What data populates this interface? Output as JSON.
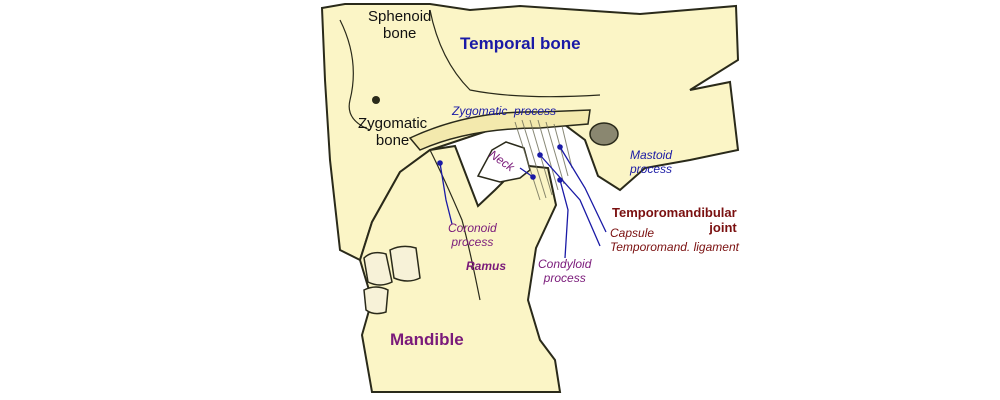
{
  "labels": {
    "sphenoid_bone": [
      "Sphenoid",
      "bone"
    ],
    "temporal_bone": "Temporal bone",
    "zygomatic_bone": [
      "Zygomatic",
      "bone"
    ],
    "zygomatic_process": "Zygomatic  process",
    "mastoid_process": [
      "Mastoid",
      "process"
    ],
    "neck": "Neck",
    "tmj": [
      "Temporomandibular",
      "joint"
    ],
    "capsule": "Capsule",
    "temporomand_ligament": "Temporomand. ligament",
    "coronoid_process": [
      "Coronoid",
      "process"
    ],
    "condyloid_process": [
      "Condyloid",
      "process"
    ],
    "ramus": "Ramus",
    "mandible": "Mandible"
  },
  "colors": {
    "bone_fill": "#fbf5c6",
    "bone_stroke": "#2a2a1a",
    "blue_label": "#1a1aa6",
    "purple_label": "#7a1a7a",
    "red_label": "#7a1010"
  }
}
